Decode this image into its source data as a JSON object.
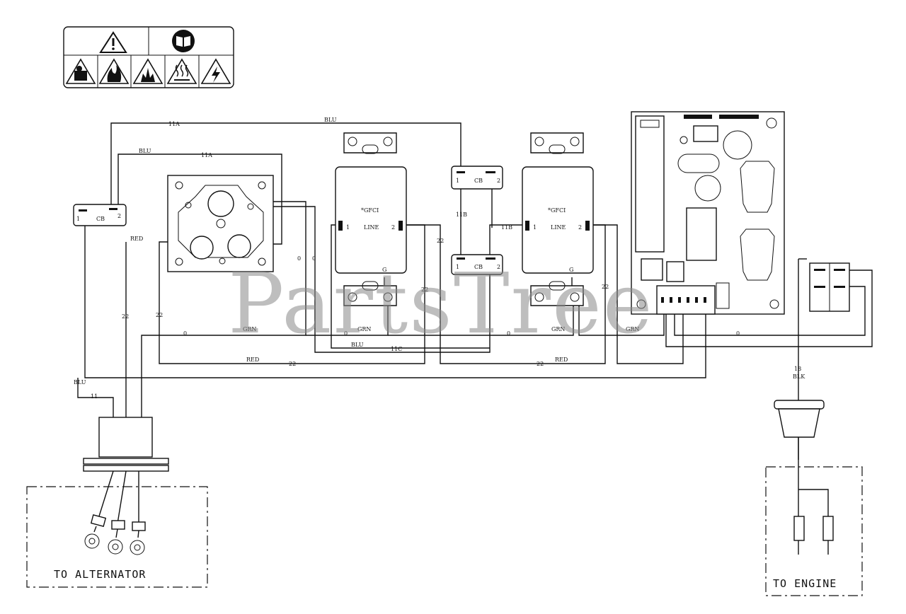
{
  "watermark": "PartsTree",
  "labels": {
    "cb": "CB",
    "gfci": "*GFCI",
    "line": "LINE",
    "g": "G",
    "pin1": "1",
    "pin2": "2",
    "to_alternator": "TO ALTERNATOR",
    "to_engine": "TO ENGINE",
    "wire_18": "18",
    "wire_blk": "BLK"
  },
  "wires": {
    "w11a_top": "11A",
    "blu_top": "BLU",
    "blu_inner": "BLU",
    "w11a_inner": "11A",
    "red_recept": "RED",
    "w0_a": "0",
    "w0_b": "0",
    "w11b_v": "11B",
    "w11b_h": "11B",
    "w22_gfci1": "22",
    "w22_gfci1b": "22",
    "w22_left": "22",
    "w22_outer": "22",
    "w22_gfci2": "22",
    "grn_mid": "GRN",
    "grn_gfci": "GRN",
    "grn_gfci2": "GRN",
    "grn_board": "GRN",
    "w0_c": "0",
    "w0_d": "0",
    "w0_e": "0",
    "w0_f": "0",
    "blu_bottom": "BLU",
    "w11c": "11C",
    "red_bottom": "RED",
    "w22_bottom": "22",
    "w22_bottom2": "22",
    "red_bottom2": "RED",
    "blu_left": "BLU",
    "w11_left": "11"
  }
}
